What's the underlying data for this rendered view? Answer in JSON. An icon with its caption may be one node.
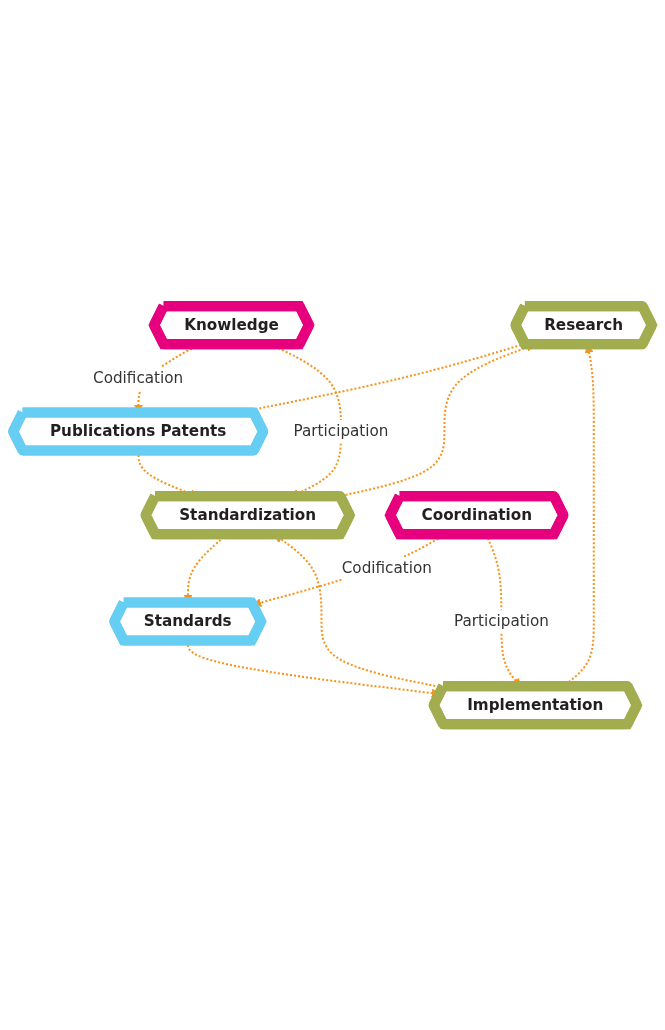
{
  "diagram": {
    "nodes": [
      {
        "text": [
          "Research"
        ]
      },
      {
        "text": [
          "Publications Patents"
        ]
      },
      {
        "text": [
          "Standardization"
        ]
      },
      {
        "text": [
          "Knowledge"
        ]
      },
      {
        "text": [
          "Standards"
        ]
      },
      {
        "text": [
          "Implementation"
        ]
      },
      {
        "text": [
          "Coordination"
        ]
      }
    ],
    "edges": [
      {
        "from": 0,
        "to": 1,
        "arrow": "to",
        "style": "dashed"
      },
      {
        "from": 1,
        "to": 2,
        "arrow": "to",
        "style": "dashed"
      },
      {
        "from": 3,
        "to": 1,
        "arrow": "to",
        "style": "dashed",
        "label": "Codification"
      },
      {
        "from": 3,
        "to": 2,
        "arrow": "to",
        "style": "dashed",
        "label": "Participation"
      },
      {
        "from": 2,
        "to": 0,
        "arrow": "to",
        "style": "dashed"
      },
      {
        "from": 2,
        "to": 4,
        "arrow": "to",
        "style": "dashed"
      },
      {
        "from": 4,
        "to": 5,
        "arrow": "to",
        "style": "dashed"
      },
      {
        "from": 6,
        "to": 4,
        "arrow": "to",
        "style": "dashed",
        "label": "Codification"
      },
      {
        "from": 6,
        "to": 5,
        "arrow": "to",
        "style": "dashed",
        "label": "Participation"
      },
      {
        "from": 5,
        "to": 0,
        "arrow": "to",
        "style": "dashed"
      },
      {
        "from": 5,
        "to": 2,
        "arrow": "to",
        "style": "dashed"
      }
    ]
  }
}
